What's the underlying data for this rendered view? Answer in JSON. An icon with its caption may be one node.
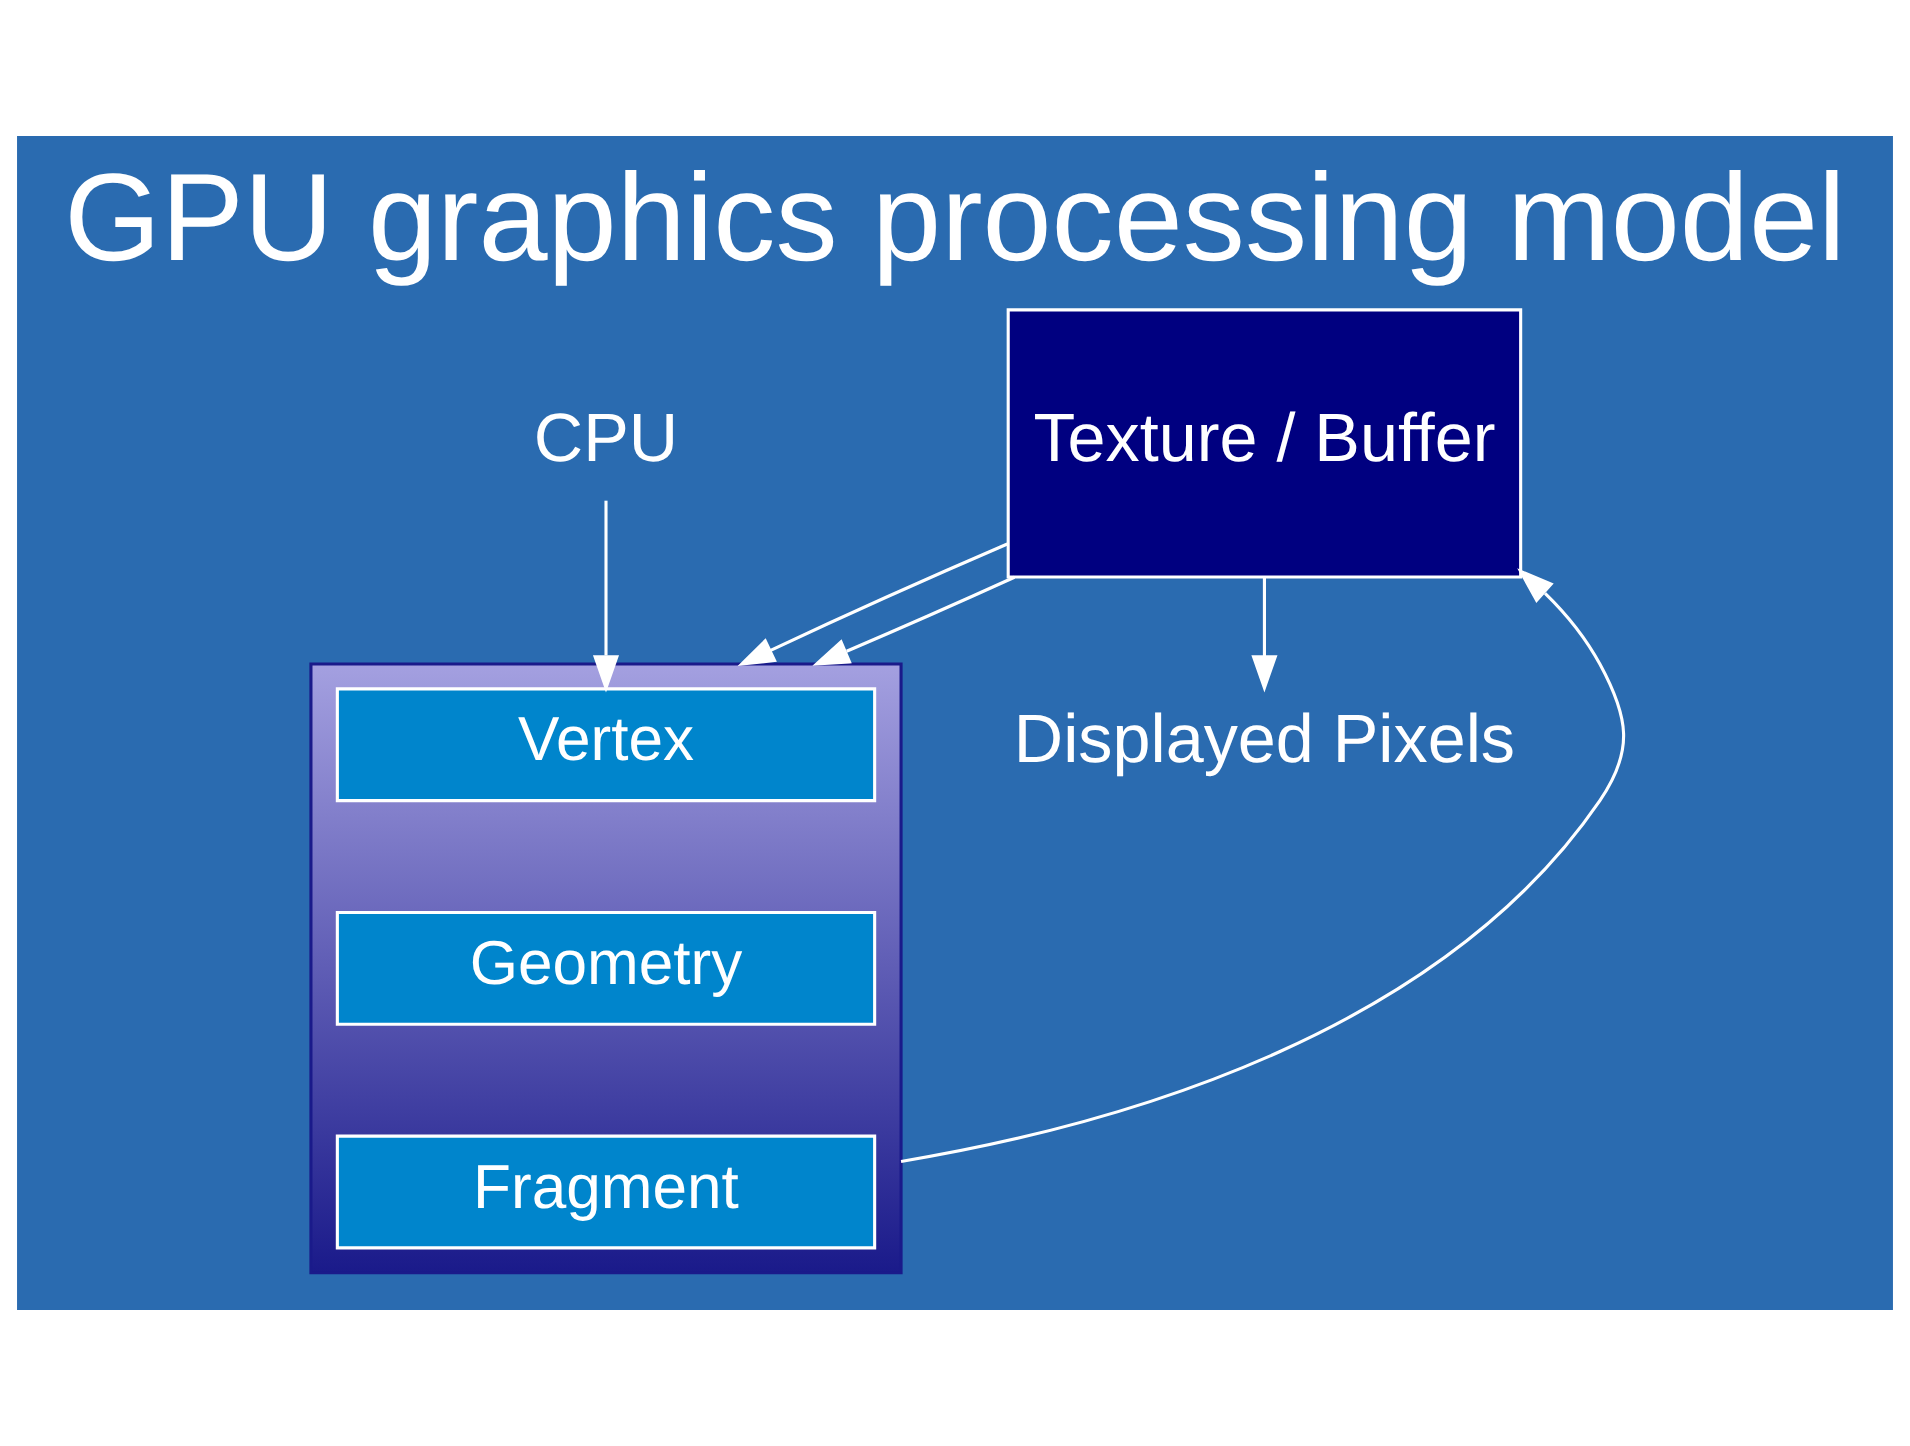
{
  "diagram": {
    "title": "GPU graphics processing model",
    "nodes": [
      {
        "text": [
          "CPU"
        ]
      },
      {
        "text": [],
        "shape": "box"
      },
      {
        "text": [
          "Vertex"
        ],
        "in": 1
      },
      {
        "text": [
          "Geometry"
        ],
        "in": 1
      },
      {
        "text": [
          "Fragment"
        ],
        "in": 1
      },
      {
        "text": [
          "Texture / Buffer"
        ]
      },
      {
        "text": [
          "Displayed Pixels"
        ]
      }
    ],
    "edges": [
      {
        "from": 0,
        "to": 2,
        "arrow": "to"
      },
      {
        "from": 5,
        "to": 1,
        "arrow": "to"
      },
      {
        "from": 5,
        "to": 1,
        "arrow": "to"
      },
      {
        "from": 1,
        "to": 5,
        "arrow": "to"
      },
      {
        "from": 5,
        "to": 6,
        "arrow": "to"
      }
    ]
  }
}
